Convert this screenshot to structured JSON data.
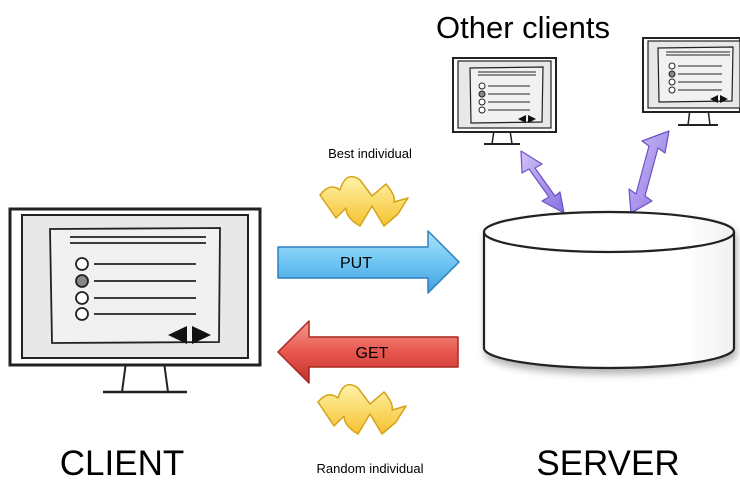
{
  "labels": {
    "client": "CLIENT",
    "server": "SERVER",
    "other_clients": "Other clients",
    "best_individual": "Best individual",
    "random_individual": "Random individual",
    "put": "PUT",
    "get": "GET"
  },
  "colors": {
    "put_arrow": "#6fc6f3",
    "get_arrow": "#e8574f",
    "sync_arrows": "#a48ee6",
    "lightning": "#f7d14a"
  },
  "icons": [
    "monitor-icon",
    "lightning-icon",
    "database-icon",
    "double-arrow-icon"
  ]
}
